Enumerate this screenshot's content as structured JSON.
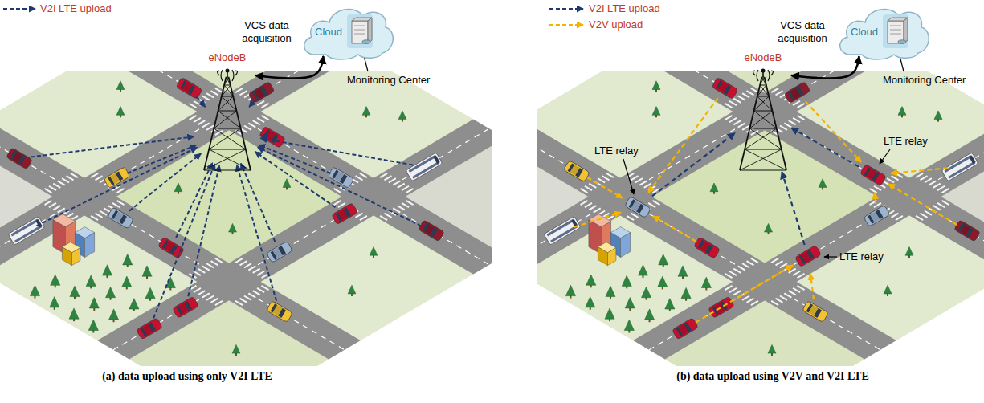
{
  "diagram": {
    "nodes": [
      {
        "text": [
          "Cloud"
        ]
      },
      {
        "text": [
          "eNodeB"
        ]
      },
      {
        "text": [
          "Cloud"
        ]
      },
      {
        "text": [
          "eNodeB"
        ]
      },
      {
        "text": [
          "LTE relay"
        ]
      },
      {
        "text": [
          "LTE relay"
        ]
      },
      {
        "text": [
          "LTE relay"
        ]
      }
    ],
    "edges": [
      {
        "from": 1,
        "to": 0,
        "arrow": "both",
        "label": "VCS data acquisition"
      },
      {
        "from": 3,
        "to": 2,
        "arrow": "both",
        "label": "VCS data acquisition"
      },
      {
        "from": 4,
        "to": 3,
        "arrow": "to"
      },
      {
        "from": 5,
        "to": 3,
        "arrow": "to"
      },
      {
        "from": 6,
        "to": 3,
        "arrow": "to"
      }
    ],
    "labels": [
      "Monitoring Center",
      "(a) data upload using only V2I LTE",
      "Monitoring Center",
      "(b) data upload using V2V and V2I LTE"
    ],
    "legend": [
      {
        "text": "V2I LTE upload"
      },
      {
        "text": "V2I LTE upload"
      },
      {
        "text": "V2V upload"
      }
    ]
  }
}
